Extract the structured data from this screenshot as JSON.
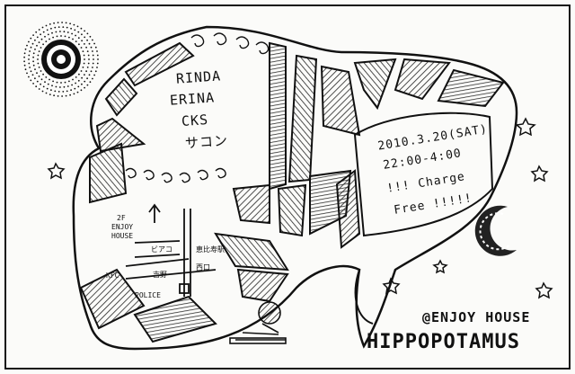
{
  "lineup": [
    "RINDA",
    "ERINA",
    "CKS",
    "サコン"
  ],
  "event": {
    "date": "2010.3.20(SAT)",
    "time": "22:00-4:00",
    "charge": "!!! Charge",
    "free": "Free !!!!!"
  },
  "map": {
    "building_floor": "2F",
    "building_name": "ENJOY",
    "building_label": "HOUSE",
    "store_a": "ビアコ",
    "station": "恵比寿駅",
    "exit": "西口",
    "store_b": "KFC",
    "store_c": "吉野",
    "police": "POLICE"
  },
  "venue": "@ENJOY HOUSE",
  "title": "HIPPOPOTAMUS"
}
